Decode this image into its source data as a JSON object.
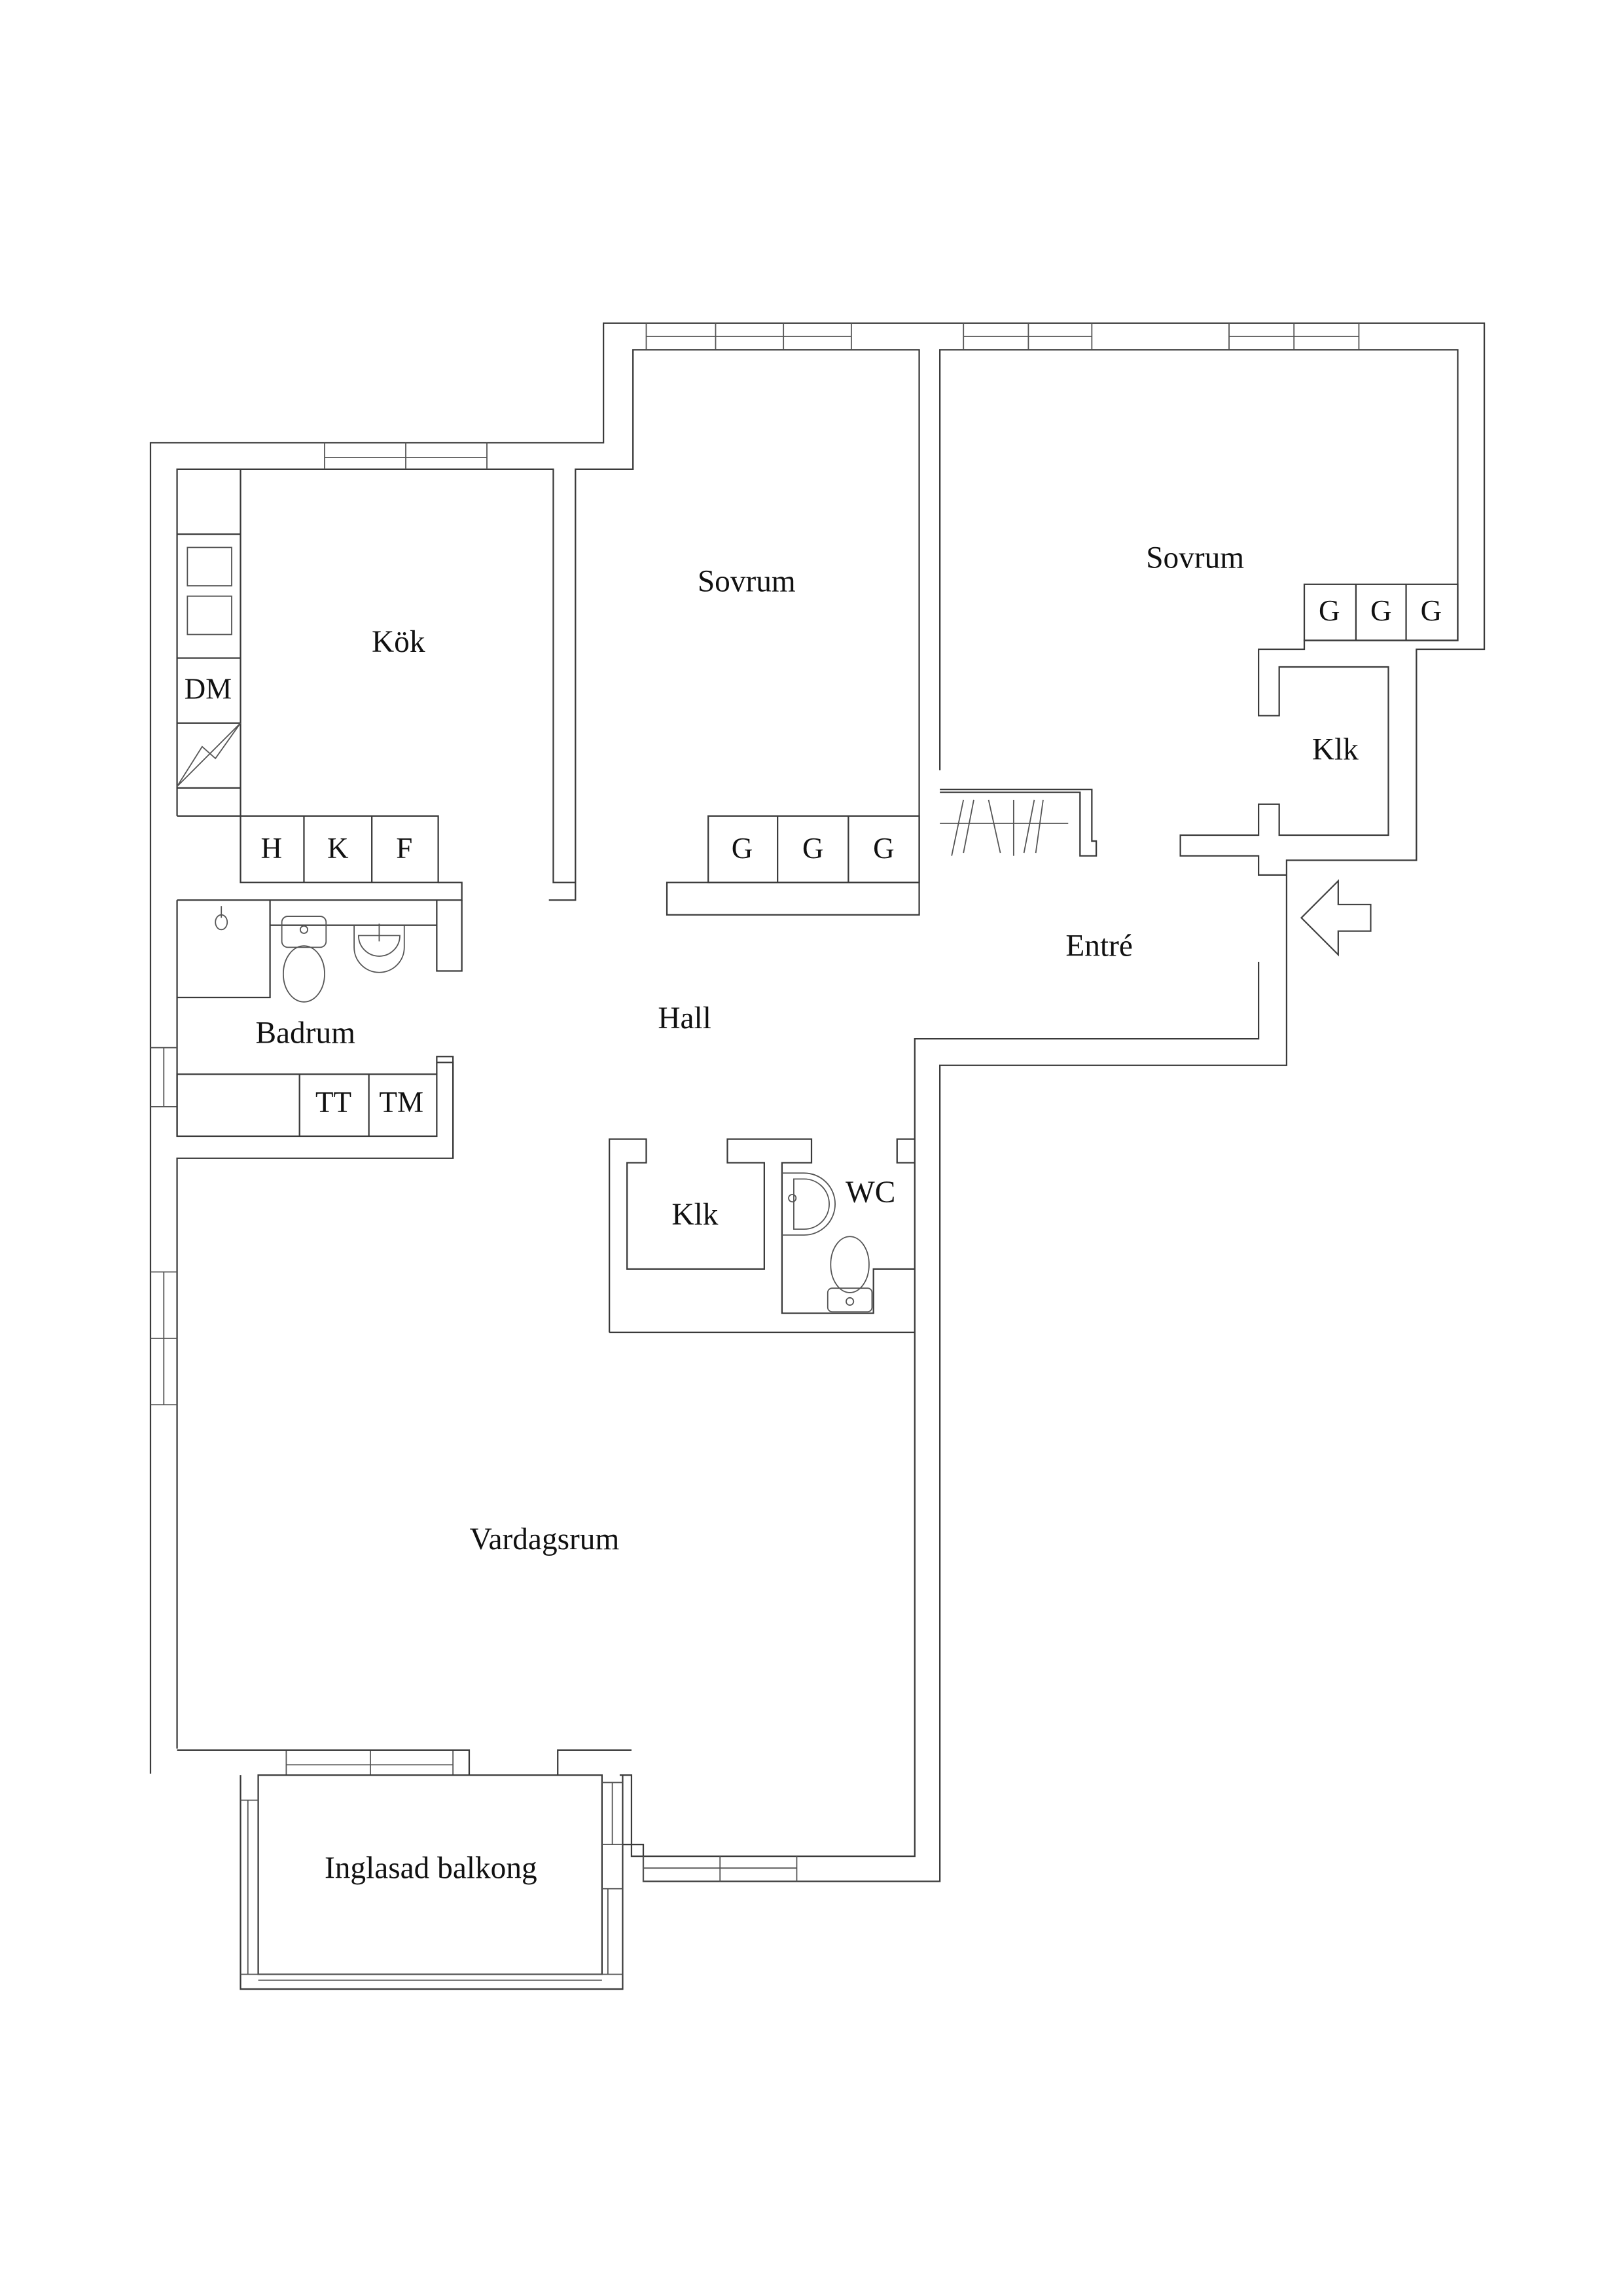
{
  "plan": {
    "rooms": {
      "kok": "Kök",
      "sovrum_1": "Sovrum",
      "sovrum_2": "Sovrum",
      "klk_bedroom": "Klk",
      "entre": "Entré",
      "hall": "Hall",
      "badrum": "Badrum",
      "klk_hall": "Klk",
      "wc": "WC",
      "vardagsrum": "Vardagsrum",
      "balkong": "Inglasad balkong"
    },
    "fixtures": {
      "dishwasher": "DM",
      "kitchen_units": [
        "H",
        "K",
        "F"
      ],
      "wardrobes_sovrum_1": [
        "G",
        "G",
        "G"
      ],
      "wardrobes_sovrum_2": [
        "G",
        "G",
        "G"
      ],
      "laundry": [
        "TT",
        "TM"
      ]
    },
    "icons": {
      "entrance": "entrance-arrow-icon",
      "electric_panel": "electric-panel-icon",
      "stove": "stove-icon",
      "toilet": "toilet-icon",
      "sink": "sink-icon",
      "shower": "shower-icon",
      "coat_rack": "coat-rack-icon"
    },
    "colors": {
      "line": "#3a3a3a",
      "background": "#ffffff",
      "text": "#111111"
    }
  }
}
